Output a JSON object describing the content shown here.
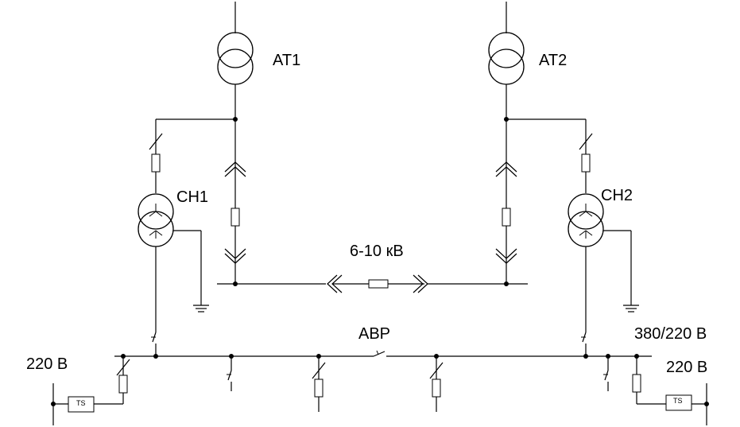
{
  "labels": {
    "at1": "AT1",
    "at2": "AT2",
    "ch1": "CH1",
    "ch2": "CH2",
    "hv_bus": "6-10 кВ",
    "avr": "ABP",
    "lv_bus": "380/220 В",
    "left_out": "220 В",
    "right_out": "220 В",
    "ts_left": "TS",
    "ts_right": "TS"
  }
}
